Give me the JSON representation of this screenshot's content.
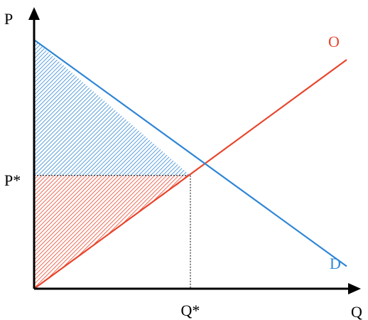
{
  "chart_data": {
    "type": "line",
    "title": "",
    "xlabel": "Q",
    "ylabel": "P",
    "xlim": [
      0,
      10
    ],
    "ylim": [
      0,
      10
    ],
    "grid": false,
    "legend": "none",
    "series": [
      {
        "name": "O",
        "color": "#e8452c",
        "x": [
          0,
          10
        ],
        "y": [
          0,
          9.2
        ]
      },
      {
        "name": "D",
        "color": "#2f86d6",
        "x": [
          0,
          10
        ],
        "y": [
          10,
          0.9
        ]
      }
    ],
    "equilibrium": {
      "x": 5.0,
      "y": 4.55,
      "x_label": "Q*",
      "y_label": "P*"
    },
    "regions": [
      {
        "kind": "consumer-surplus",
        "color": "#2f86d6",
        "points": [
          [
            0,
            10
          ],
          [
            0,
            4.55
          ],
          [
            5.0,
            4.55
          ]
        ]
      },
      {
        "kind": "producer-surplus",
        "color": "#e8452c",
        "points": [
          [
            0,
            0
          ],
          [
            0,
            4.55
          ],
          [
            5.0,
            4.55
          ]
        ]
      }
    ],
    "axis_color": "#000000"
  }
}
